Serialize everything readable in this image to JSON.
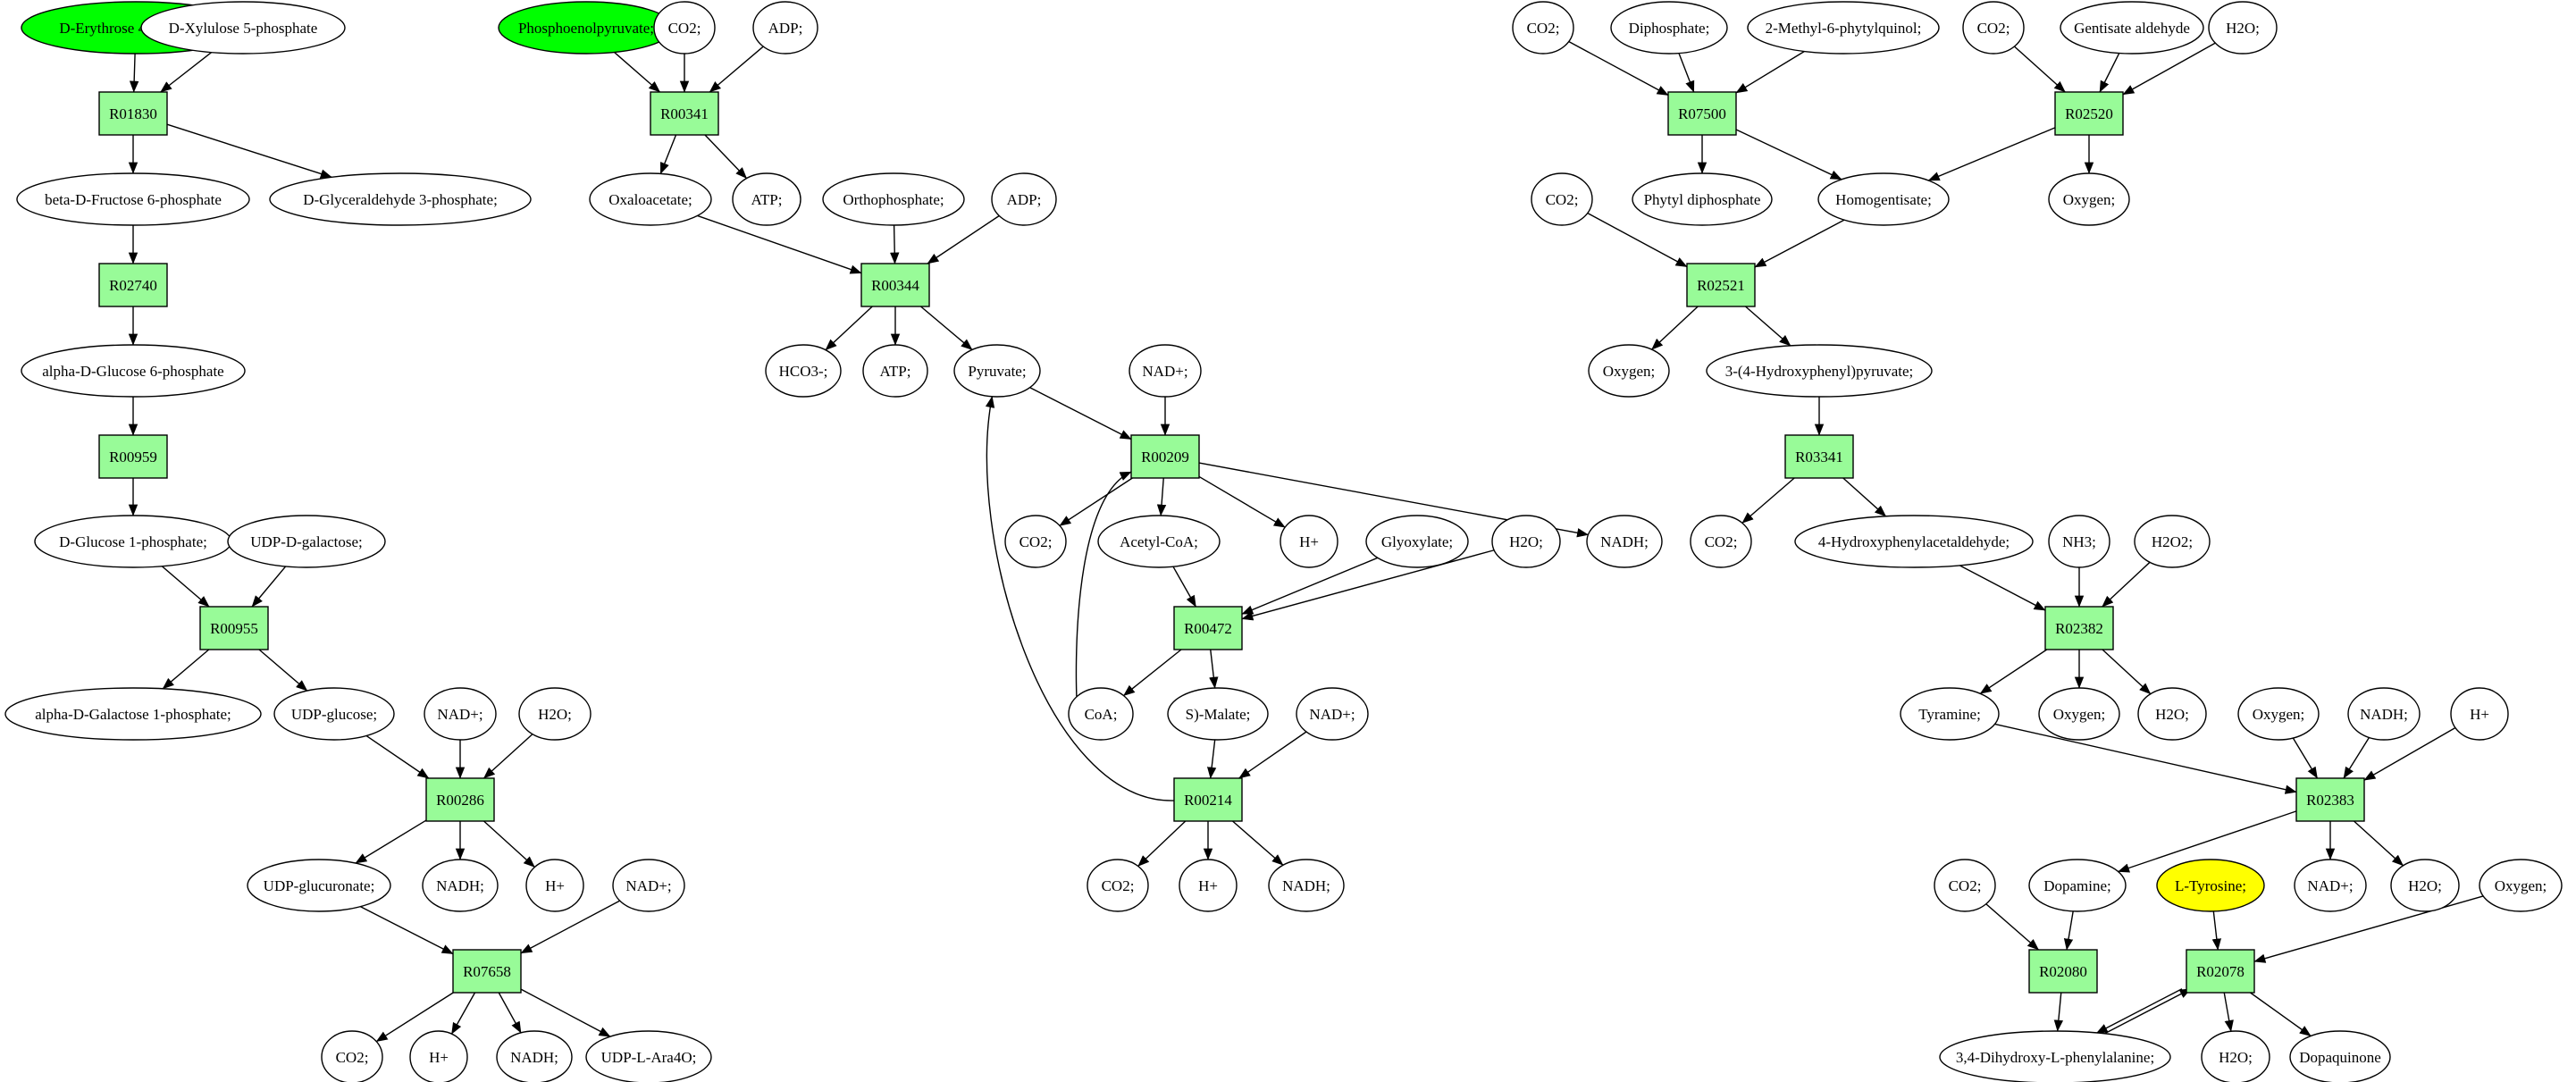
{
  "colors": {
    "reaction_fill": "#98fb98",
    "highlight_green": "#00ff00",
    "highlight_yellow": "#ffff00",
    "compound_fill": "#ffffff",
    "stroke": "#000000"
  },
  "graph": {
    "compounds": [
      {
        "id": "c1",
        "label": "D-Erythrose 4-phosphate",
        "highlight": "green"
      },
      {
        "id": "c2",
        "label": "D-Xylulose 5-phosphate"
      },
      {
        "id": "c3",
        "label": "beta-D-Fructose 6-phosphate"
      },
      {
        "id": "c4",
        "label": "D-Glyceraldehyde 3-phosphate;"
      },
      {
        "id": "c5",
        "label": "alpha-D-Glucose 6-phosphate"
      },
      {
        "id": "c6",
        "label": "D-Glucose 1-phosphate;"
      },
      {
        "id": "c7",
        "label": "UDP-D-galactose;"
      },
      {
        "id": "c8",
        "label": "alpha-D-Galactose 1-phosphate;"
      },
      {
        "id": "c9",
        "label": "UDP-glucose;"
      },
      {
        "id": "c10",
        "label": "NAD+;"
      },
      {
        "id": "c11",
        "label": "H2O;"
      },
      {
        "id": "c12",
        "label": "UDP-glucuronate;"
      },
      {
        "id": "c13",
        "label": "NADH;"
      },
      {
        "id": "c14",
        "label": "H+"
      },
      {
        "id": "c15",
        "label": "NAD+;"
      },
      {
        "id": "c16",
        "label": "CO2;"
      },
      {
        "id": "c17",
        "label": "H+"
      },
      {
        "id": "c18",
        "label": "NADH;"
      },
      {
        "id": "c19",
        "label": "UDP-L-Ara4O;"
      },
      {
        "id": "c20",
        "label": "Phosphoenolpyruvate;",
        "highlight": "green"
      },
      {
        "id": "c21",
        "label": "CO2;"
      },
      {
        "id": "c22",
        "label": "ADP;"
      },
      {
        "id": "c23",
        "label": "Oxaloacetate;"
      },
      {
        "id": "c24",
        "label": "ATP;"
      },
      {
        "id": "c25",
        "label": "Orthophosphate;"
      },
      {
        "id": "c26",
        "label": "ADP;"
      },
      {
        "id": "c27",
        "label": "HCO3-;"
      },
      {
        "id": "c28",
        "label": "ATP;"
      },
      {
        "id": "c29",
        "label": "Pyruvate;"
      },
      {
        "id": "c30",
        "label": "NAD+;"
      },
      {
        "id": "c31",
        "label": "CO2;"
      },
      {
        "id": "c32",
        "label": "Acetyl-CoA;"
      },
      {
        "id": "c33",
        "label": "H+"
      },
      {
        "id": "c34",
        "label": "NADH;"
      },
      {
        "id": "c35",
        "label": "Glyoxylate;"
      },
      {
        "id": "c36",
        "label": "H2O;"
      },
      {
        "id": "c37",
        "label": "CoA;"
      },
      {
        "id": "c38",
        "label": "S)-Malate;"
      },
      {
        "id": "c39",
        "label": "NAD+;"
      },
      {
        "id": "c40",
        "label": "CO2;"
      },
      {
        "id": "c41",
        "label": "H+"
      },
      {
        "id": "c42",
        "label": "NADH;"
      },
      {
        "id": "c43",
        "label": "CO2;"
      },
      {
        "id": "c44",
        "label": "Diphosphate;"
      },
      {
        "id": "c45",
        "label": "2-Methyl-6-phytylquinol;"
      },
      {
        "id": "c46",
        "label": "CO2;"
      },
      {
        "id": "c47",
        "label": "Gentisate aldehyde"
      },
      {
        "id": "c48",
        "label": "H2O;"
      },
      {
        "id": "c49",
        "label": "Phytyl diphosphate"
      },
      {
        "id": "c50",
        "label": "Homogentisate;"
      },
      {
        "id": "c51",
        "label": "Oxygen;"
      },
      {
        "id": "c52",
        "label": "CO2;"
      },
      {
        "id": "c53",
        "label": "Oxygen;"
      },
      {
        "id": "c54",
        "label": "3-(4-Hydroxyphenyl)pyruvate;"
      },
      {
        "id": "c55",
        "label": "CO2;"
      },
      {
        "id": "c56",
        "label": "4-Hydroxyphenylacetaldehyde;"
      },
      {
        "id": "c57",
        "label": "NH3;"
      },
      {
        "id": "c58",
        "label": "H2O2;"
      },
      {
        "id": "c59",
        "label": "Tyramine;"
      },
      {
        "id": "c60",
        "label": "Oxygen;"
      },
      {
        "id": "c61",
        "label": "H2O;"
      },
      {
        "id": "c62",
        "label": "Oxygen;"
      },
      {
        "id": "c63",
        "label": "NADH;"
      },
      {
        "id": "c64",
        "label": "H+"
      },
      {
        "id": "c65",
        "label": "CO2;"
      },
      {
        "id": "c66",
        "label": "Dopamine;"
      },
      {
        "id": "c67",
        "label": "L-Tyrosine;",
        "highlight": "yellow"
      },
      {
        "id": "c68",
        "label": "NAD+;"
      },
      {
        "id": "c69",
        "label": "H2O;"
      },
      {
        "id": "c70",
        "label": "Oxygen;"
      },
      {
        "id": "c71",
        "label": "3,4-Dihydroxy-L-phenylalanine;"
      },
      {
        "id": "c72",
        "label": "H2O;"
      },
      {
        "id": "c73",
        "label": "Dopaquinone"
      }
    ],
    "reactions": [
      {
        "id": "r1",
        "label": "R01830"
      },
      {
        "id": "r2",
        "label": "R02740"
      },
      {
        "id": "r3",
        "label": "R00959"
      },
      {
        "id": "r4",
        "label": "R00955"
      },
      {
        "id": "r5",
        "label": "R00286"
      },
      {
        "id": "r6",
        "label": "R07658"
      },
      {
        "id": "r7",
        "label": "R00341"
      },
      {
        "id": "r8",
        "label": "R00344"
      },
      {
        "id": "r9",
        "label": "R00209"
      },
      {
        "id": "r10",
        "label": "R00472"
      },
      {
        "id": "r11",
        "label": "R00214"
      },
      {
        "id": "r12",
        "label": "R07500"
      },
      {
        "id": "r13",
        "label": "R02520"
      },
      {
        "id": "r14",
        "label": "R02521"
      },
      {
        "id": "r15",
        "label": "R03341"
      },
      {
        "id": "r16",
        "label": "R02382"
      },
      {
        "id": "r17",
        "label": "R02383"
      },
      {
        "id": "r18",
        "label": "R02080"
      },
      {
        "id": "r19",
        "label": "R02078"
      }
    ],
    "edges": [
      [
        "c1",
        "r1"
      ],
      [
        "c2",
        "r1"
      ],
      [
        "r1",
        "c3"
      ],
      [
        "r1",
        "c4"
      ],
      [
        "c3",
        "r2"
      ],
      [
        "r2",
        "c5"
      ],
      [
        "c5",
        "r3"
      ],
      [
        "r3",
        "c6"
      ],
      [
        "c6",
        "r4"
      ],
      [
        "c7",
        "r4"
      ],
      [
        "r4",
        "c8"
      ],
      [
        "r4",
        "c9"
      ],
      [
        "c9",
        "r5"
      ],
      [
        "c10",
        "r5"
      ],
      [
        "c11",
        "r5"
      ],
      [
        "r5",
        "c12"
      ],
      [
        "r5",
        "c13"
      ],
      [
        "r5",
        "c14"
      ],
      [
        "c12",
        "r6"
      ],
      [
        "c15",
        "r6"
      ],
      [
        "r6",
        "c16"
      ],
      [
        "r6",
        "c17"
      ],
      [
        "r6",
        "c18"
      ],
      [
        "r6",
        "c19"
      ],
      [
        "c20",
        "r7"
      ],
      [
        "c21",
        "r7"
      ],
      [
        "c22",
        "r7"
      ],
      [
        "r7",
        "c23"
      ],
      [
        "r7",
        "c24"
      ],
      [
        "c23",
        "r8"
      ],
      [
        "c25",
        "r8"
      ],
      [
        "c26",
        "r8"
      ],
      [
        "r8",
        "c27"
      ],
      [
        "r8",
        "c28"
      ],
      [
        "r8",
        "c29"
      ],
      [
        "c29",
        "r9"
      ],
      [
        "c30",
        "r9"
      ],
      [
        "r9",
        "c31"
      ],
      [
        "r9",
        "c32"
      ],
      [
        "r9",
        "c33"
      ],
      [
        "r9",
        "c34"
      ],
      [
        "c32",
        "r10"
      ],
      [
        "c35",
        "r10"
      ],
      [
        "c36",
        "r10"
      ],
      [
        "r10",
        "c37"
      ],
      [
        "r10",
        "c38"
      ],
      [
        "c37",
        "r9",
        "curve"
      ],
      [
        "c38",
        "r11"
      ],
      [
        "c39",
        "r11"
      ],
      [
        "r11",
        "c40"
      ],
      [
        "r11",
        "c41"
      ],
      [
        "r11",
        "c42"
      ],
      [
        "r11",
        "c29",
        "curve"
      ],
      [
        "c43",
        "r12"
      ],
      [
        "c44",
        "r12"
      ],
      [
        "c45",
        "r12"
      ],
      [
        "r12",
        "c49"
      ],
      [
        "r12",
        "c50"
      ],
      [
        "c46",
        "r13"
      ],
      [
        "c47",
        "r13"
      ],
      [
        "c48",
        "r13"
      ],
      [
        "r13",
        "c50"
      ],
      [
        "r13",
        "c51"
      ],
      [
        "c50",
        "r14"
      ],
      [
        "c52",
        "r14"
      ],
      [
        "r14",
        "c53"
      ],
      [
        "r14",
        "c54"
      ],
      [
        "c54",
        "r15"
      ],
      [
        "r15",
        "c55"
      ],
      [
        "r15",
        "c56"
      ],
      [
        "c56",
        "r16"
      ],
      [
        "c57",
        "r16"
      ],
      [
        "c58",
        "r16"
      ],
      [
        "r16",
        "c59"
      ],
      [
        "r16",
        "c60"
      ],
      [
        "r16",
        "c61"
      ],
      [
        "c59",
        "r17"
      ],
      [
        "c62",
        "r17"
      ],
      [
        "c63",
        "r17"
      ],
      [
        "c64",
        "r17"
      ],
      [
        "r17",
        "c66"
      ],
      [
        "r17",
        "c68"
      ],
      [
        "r17",
        "c69"
      ],
      [
        "c65",
        "r18"
      ],
      [
        "c66",
        "r18"
      ],
      [
        "r18",
        "c71"
      ],
      [
        "c67",
        "r19"
      ],
      [
        "c70",
        "r19"
      ],
      [
        "r19",
        "c71",
        "pair"
      ],
      [
        "c71",
        "r19",
        "pair"
      ],
      [
        "r19",
        "c72"
      ],
      [
        "r19",
        "c73"
      ]
    ]
  }
}
